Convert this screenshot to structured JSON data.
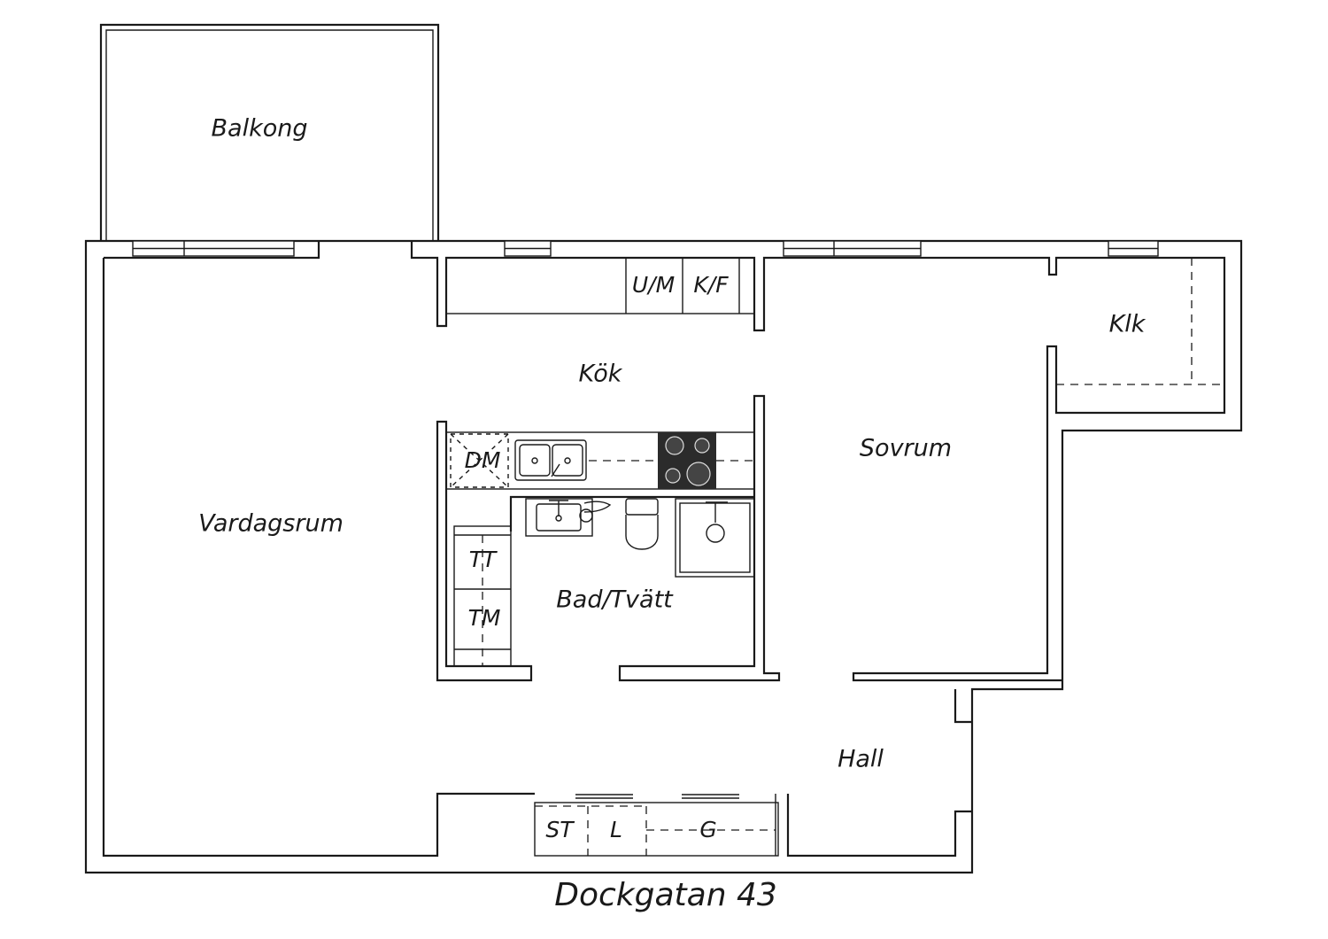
{
  "rooms": {
    "balkong": "Balkong",
    "vardagsrum": "Vardagsrum",
    "kok": "Kök",
    "sovrum": "Sovrum",
    "klk": "Klk",
    "bad": "Bad/Tvätt",
    "hall": "Hall"
  },
  "fixtures": {
    "um": "U/M",
    "kf": "K/F",
    "dm": "DM",
    "tt": "TT",
    "tm": "TM",
    "st": "ST",
    "l": "L",
    "g": "G"
  },
  "address": "Dockgatan 43"
}
